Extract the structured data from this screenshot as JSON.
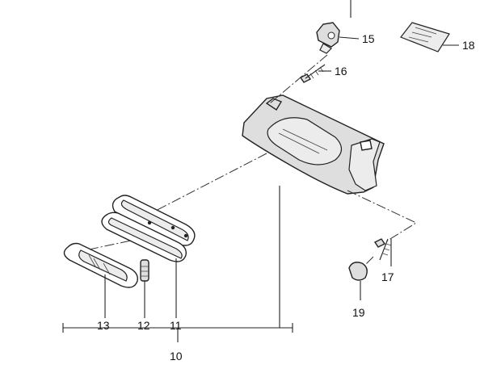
{
  "diagram": {
    "callouts": {
      "c10": "10",
      "c11": "11",
      "c12": "12",
      "c13": "13",
      "c15": "15",
      "c16": "16",
      "c17": "17",
      "c18": "18",
      "c19": "19"
    },
    "colors": {
      "ink": "#222222",
      "part_fill": "#dedede",
      "background": "#ffffff"
    }
  }
}
